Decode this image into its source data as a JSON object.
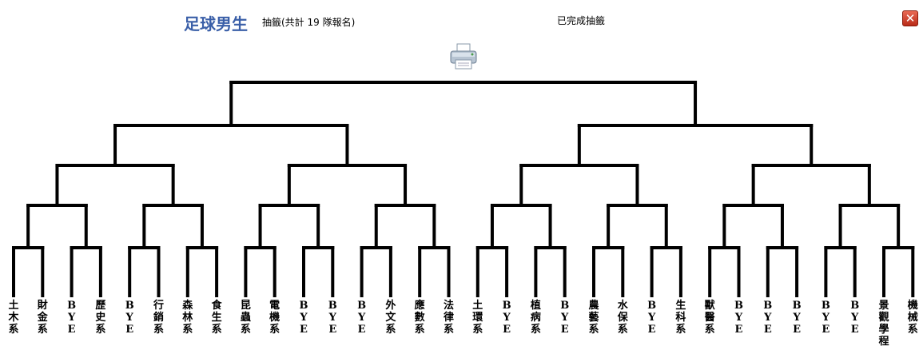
{
  "header": {
    "title": "足球男生",
    "subtitle": "抽籤(共計 19 隊報名)",
    "status": "已完成抽籤",
    "close_icon": "close-icon",
    "print_icon": "printer-icon"
  },
  "bracket": {
    "rounds": 5,
    "teams": [
      "土木系",
      "財金系",
      "BYE",
      "歷史系",
      "BYE",
      "行銷系",
      "森林系",
      "食生系",
      "昆蟲系",
      "電機系",
      "BYE",
      "BYE",
      "BYE",
      "外文系",
      "應數系",
      "法律系",
      "土環系",
      "BYE",
      "植病系",
      "BYE",
      "農藝系",
      "水保系",
      "BYE",
      "生科系",
      "獸醫系",
      "BYE",
      "BYE",
      "BYE",
      "BYE",
      "BYE",
      "景觀學程",
      "機械系"
    ]
  }
}
